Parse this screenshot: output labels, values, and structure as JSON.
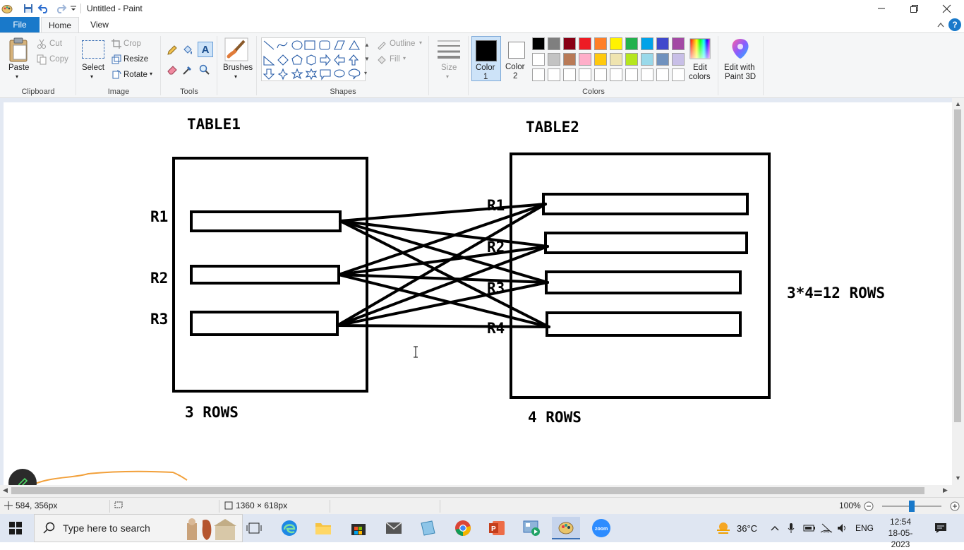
{
  "window": {
    "title": "Untitled - Paint"
  },
  "tabs": [
    {
      "label": "File"
    },
    {
      "label": "Home"
    },
    {
      "label": "View"
    }
  ],
  "ribbon": {
    "clipboard": {
      "paste": "Paste",
      "cut": "Cut",
      "copy": "Copy",
      "group": "Clipboard"
    },
    "image": {
      "select": "Select",
      "crop": "Crop",
      "resize": "Resize",
      "rotate": "Rotate",
      "group": "Image"
    },
    "tools": {
      "group": "Tools",
      "text_tool": "A"
    },
    "brushes": {
      "label": "Brushes"
    },
    "shapes": {
      "outline": "Outline",
      "fill": "Fill",
      "group": "Shapes"
    },
    "size": {
      "label": "Size"
    },
    "colors": {
      "color1": "Color",
      "color1_num": "1",
      "color2": "Color",
      "color2_num": "2",
      "edit_colors_1": "Edit",
      "edit_colors_2": "colors",
      "group": "Colors",
      "palette_row1": [
        "#000000",
        "#7f7f7f",
        "#880015",
        "#ed1c24",
        "#ff7f27",
        "#fff200",
        "#22b14c",
        "#00a2e8",
        "#3f48cc",
        "#a349a4"
      ],
      "palette_row2": [
        "#ffffff",
        "#c3c3c3",
        "#b97a57",
        "#ffaec9",
        "#ffc90e",
        "#efe4b0",
        "#b5e61d",
        "#99d9ea",
        "#7092be",
        "#c8bfe7"
      ],
      "selected_color1": "#000000",
      "selected_color2": "#ffffff"
    },
    "paint3d": {
      "line1": "Edit with",
      "line2": "Paint 3D"
    }
  },
  "drawing": {
    "table1_title": "TABLE1",
    "table2_title": "TABLE2",
    "table1_rows": [
      "R1",
      "R2",
      "R3"
    ],
    "table2_rows": [
      "R1",
      "R2",
      "R3",
      "R4"
    ],
    "table1_caption": "3 ROWS",
    "table2_caption": "4 ROWS",
    "result": "3*4=12 ROWS"
  },
  "status": {
    "cursor_pos": "584, 356px",
    "canvas_size": "1360 × 618px",
    "zoom": "100%"
  },
  "taskbar": {
    "search_placeholder": "Type here to search",
    "weather": "36°C",
    "language": "ENG",
    "time": "12:54",
    "date": "18-05-2023"
  }
}
